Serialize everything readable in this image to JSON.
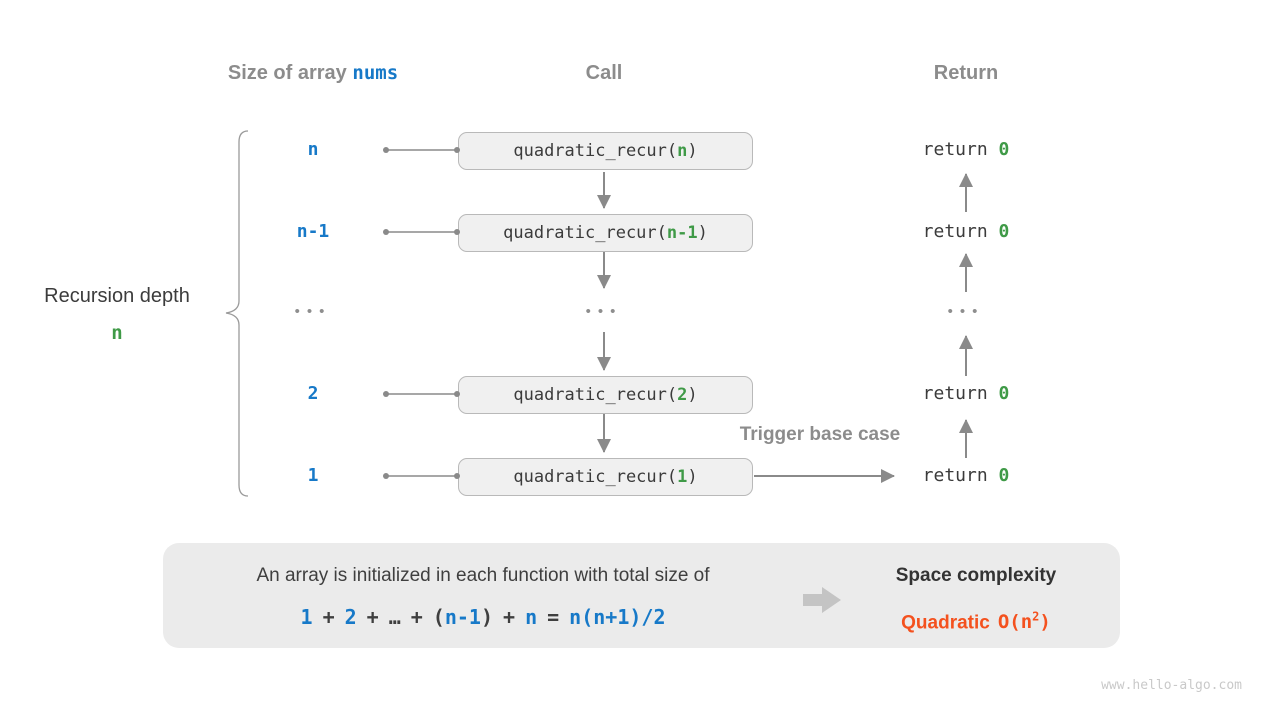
{
  "colors": {
    "blue": "#1779c8",
    "green": "#3f9a47",
    "orange": "#f4511e",
    "gray_label": "#8c8c8c",
    "code_text": "#3b3b3b",
    "arrow": "#8a8a8a",
    "box_fill": "#f0f0f0",
    "panel_fill": "#ebebeb"
  },
  "headers": {
    "size_prefix": "Size of array ",
    "size_code": "nums",
    "call": "Call",
    "return": "Return"
  },
  "left_label": {
    "line1": "Recursion depth",
    "line2": "n"
  },
  "rows": [
    {
      "size": "n",
      "call_prefix": "quadratic_recur(",
      "call_arg": "n",
      "call_suffix": ")",
      "return_kw": "return ",
      "return_val": "0"
    },
    {
      "size": "n-1",
      "call_prefix": "quadratic_recur(",
      "call_arg": "n-1",
      "call_suffix": ")",
      "return_kw": "return ",
      "return_val": "0"
    },
    {
      "size": "2",
      "call_prefix": "quadratic_recur(",
      "call_arg": "2",
      "call_suffix": ")",
      "return_kw": "return ",
      "return_val": "0"
    },
    {
      "size": "1",
      "call_prefix": "quadratic_recur(",
      "call_arg": "1",
      "call_suffix": ")",
      "return_kw": "return ",
      "return_val": "0"
    }
  ],
  "ellipsis": "•••",
  "trigger_label": "Trigger base case",
  "panel": {
    "line1": "An array is initialized in each function with total size of",
    "formula": {
      "t1": "1",
      "op1": "+",
      "t2": "2",
      "op2": "+",
      "ellipsis": "…",
      "op3": "+",
      "open": "(",
      "t3": "n-1",
      "close": ")",
      "op4": "+",
      "t4": "n",
      "eq": "=",
      "rhs": "n(n+1)/2"
    }
  },
  "result": {
    "title": "Space complexity",
    "label": "Quadratic",
    "big_o_open": "O(n",
    "exp": "2",
    "big_o_close": ")"
  },
  "watermark": "www.hello-algo.com"
}
